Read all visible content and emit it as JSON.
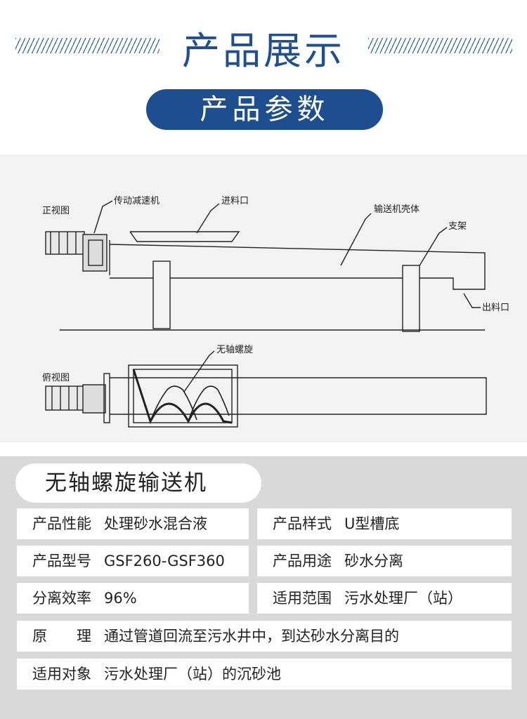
{
  "header": {
    "title": "产品展示",
    "params_title": "产品参数"
  },
  "diagram": {
    "front_view": "正视图",
    "drive_reducer": "传动减速机",
    "inlet": "进料口",
    "housing": "输送机壳体",
    "support": "支架",
    "outlet": "出料口",
    "shaftless_spiral": "无轴螺旋",
    "top_view": "俯视图"
  },
  "product": {
    "name": "无轴螺旋输送机",
    "rows": [
      [
        {
          "label": "产品性能",
          "value": "处理砂水混合液"
        },
        {
          "label": "产品样式",
          "value": "U型槽底"
        }
      ],
      [
        {
          "label": "产品型号",
          "value": "GSF260-GSF360"
        },
        {
          "label": "产品用途",
          "value": "砂水分离"
        }
      ],
      [
        {
          "label": "分离效率",
          "value": "96%"
        },
        {
          "label": "适用范围",
          "value": "污水处理厂（站）"
        }
      ],
      [
        {
          "label": "原　　理",
          "value": "通过管道回流至污水井中，到达砂水分离目的"
        }
      ],
      [
        {
          "label": "适用对象",
          "value": "污水处理厂（站）的沉砂池"
        }
      ]
    ]
  }
}
